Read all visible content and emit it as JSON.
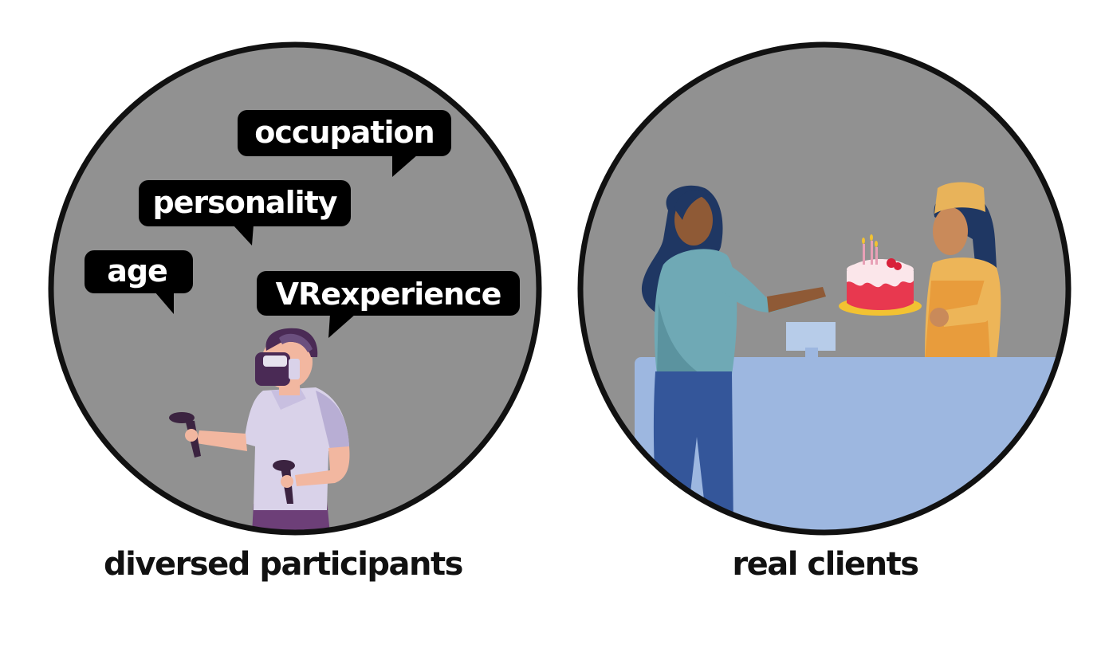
{
  "left_panel": {
    "bubbles": {
      "occupation": "occupation",
      "personality": "personality",
      "age": "age",
      "vr_experience": "VRexperience"
    },
    "caption": "diversed participants"
  },
  "right_panel": {
    "caption": "real clients"
  },
  "colors": {
    "circle_fill": "#919191",
    "circle_stroke": "#111111",
    "bubble_fill": "#000000",
    "counter_blue": "#9db7e0",
    "headset_purple": "#4a2a55",
    "shirt_lilac": "#d9d2e9",
    "client_shirt": "#6fa9b5",
    "client_jeans": "#34569a",
    "baker_apron": "#e89c3c",
    "cake_red": "#e8384f"
  }
}
